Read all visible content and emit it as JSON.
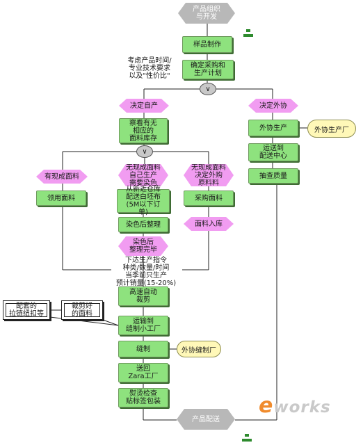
{
  "colors": {
    "function": "#8ee27e",
    "event": "#f19cf1",
    "boundary": "#b8b8b8",
    "org": "#fff8b8",
    "line": "#222222"
  },
  "nodes": {
    "n_start": "产品组织\n与开发",
    "n_sample": "样品制作",
    "n_decide_plan": "确定采购和\n生产计划",
    "note_plan": "考虑产品时间/\n专业技术要求\n以及\"性价比\"",
    "n_self": "决定自产",
    "n_outsource": "决定外协",
    "n_check": "察看有无\n相应的\n面料库存",
    "n_ext_prod": "外协生产",
    "org_ext_factory": "外协生产厂",
    "n_ship_dc": "运送到\n配送中心",
    "n_inspect": "抽查质量",
    "n_has_fabric": "有现成面料",
    "n_no_self": "无现成面料\n自己生产\n需要染色",
    "n_no_ext": "无现成面料\n决定外购\n原料料",
    "n_pick": "领用面料",
    "n_select": "从新近仓库\n配送白坯布\n(5M以下订单)",
    "n_buy": "采购面料",
    "n_dye": "染色后整理",
    "n_stock_in": "面料入库",
    "n_dye_done": "染色后\n整理完毕",
    "note_order": "下达生产指令\n种类/数量/时间\n当季前只生产\n预计销量(15-20%)",
    "n_cut": "高速自动\n裁剪",
    "doc_trims": "配套的\n拉链纽扣等",
    "doc_cut_fabric": "裁剪好\n的面料",
    "n_to_workshop": "运输到\n缝制小工厂",
    "n_sew": "缝制",
    "org_sew_factory": "外协缝制厂",
    "n_back": "送回\nZara工厂",
    "n_iron": "熨烫检查\n贴标签包装",
    "n_end": "产品配送"
  },
  "connectors": {
    "xor_plan": "∨",
    "xor_stock": "∨"
  },
  "logo": {
    "mark": "e",
    "text": "works"
  }
}
